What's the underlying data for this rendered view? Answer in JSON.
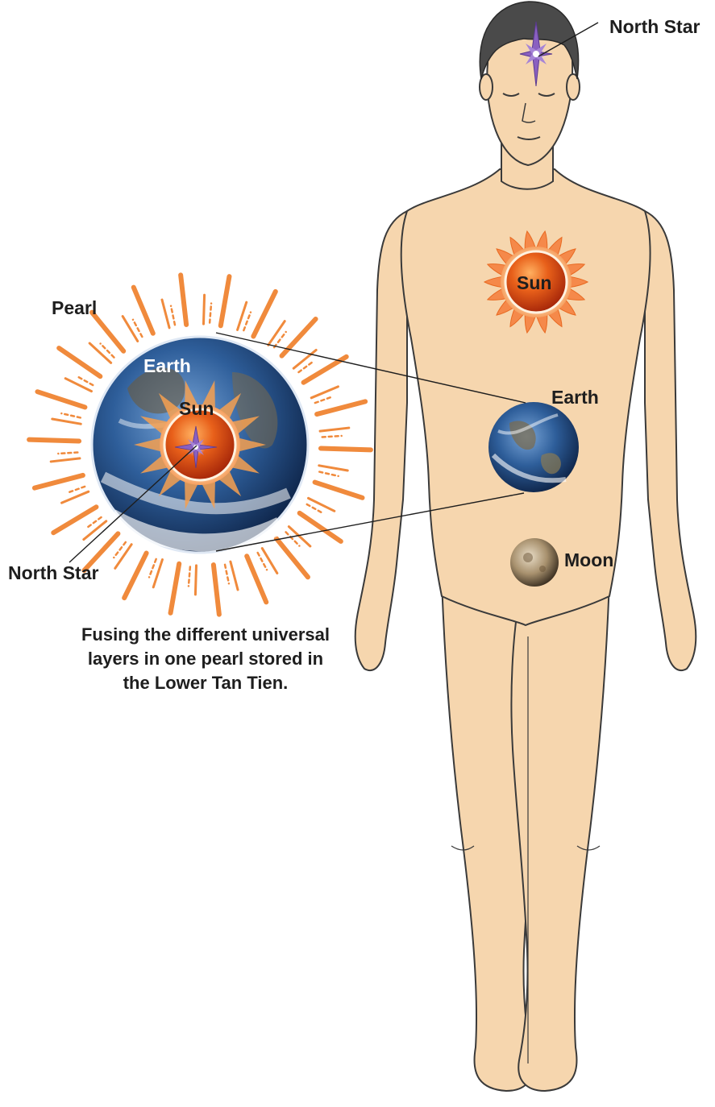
{
  "labels": {
    "north_star_head": "North Star",
    "sun_body": "Sun",
    "earth_body": "Earth",
    "moon_body": "Moon",
    "pearl": "Pearl",
    "earth_pearl": "Earth",
    "sun_pearl": "Sun",
    "north_star_pearl": "North Star"
  },
  "caption": "Fusing the different universal\nlayers in one pearl stored in\nthe Lower  Tan Tien.",
  "colors": {
    "skin": "#f6d6ae",
    "outline": "#3a3a3a",
    "hair": "#4a4a4a",
    "sun_rays": "#f08a3c",
    "sun_core": "#d8460f",
    "earth_ocean": "#2a5a98",
    "moon": "#a08a6a",
    "star": "#8a60c0"
  }
}
